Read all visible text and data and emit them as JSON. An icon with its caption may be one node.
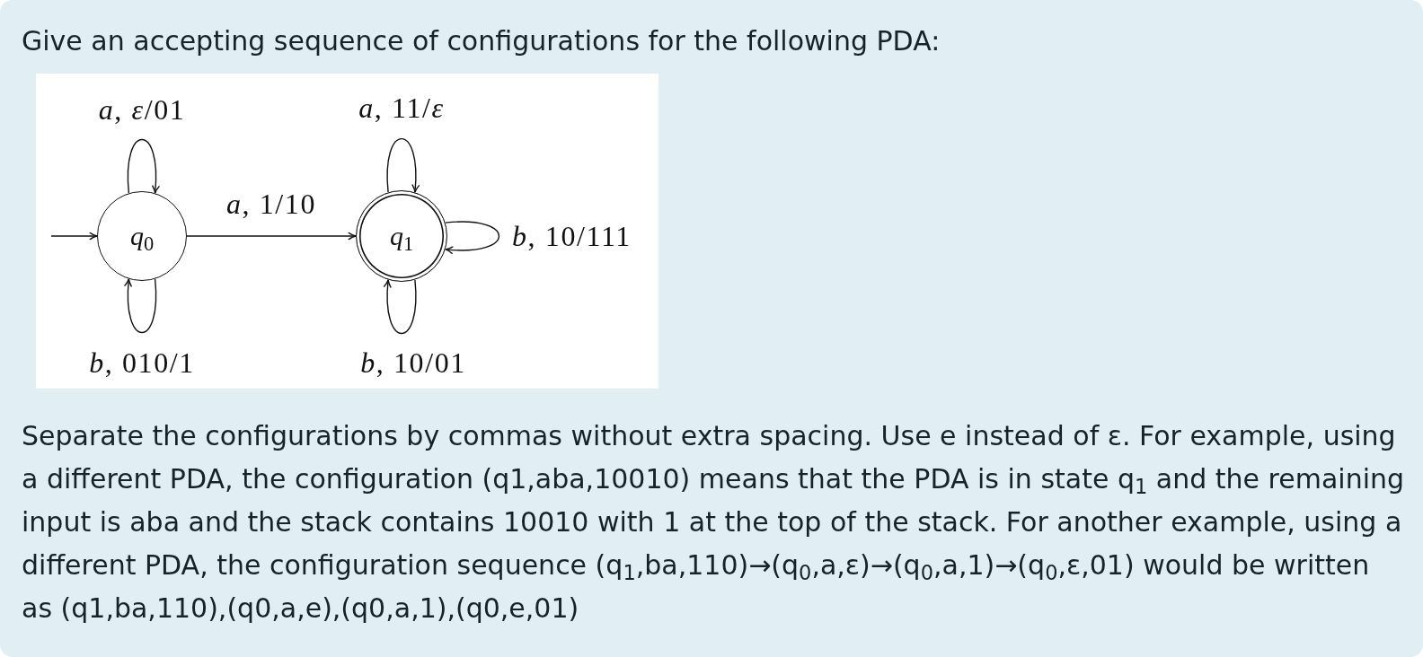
{
  "diagram": {
    "title": "Give an accepting sequence of configurations for the following PDA:",
    "nodes": [
      {
        "text": [
          "*q*$_{0}$"
        ]
      },
      {
        "text": [
          "*q*$_{1}$"
        ]
      }
    ],
    "edges": [
      {
        "from": null,
        "to": 0,
        "arrow": "to"
      },
      {
        "from": 0,
        "to": 0,
        "label": "*a*, *ε*/01",
        "arrow": "to"
      },
      {
        "from": 0,
        "to": 0,
        "label": "*b*, 010/1",
        "arrow": "to"
      },
      {
        "from": 0,
        "to": 1,
        "label": "*a*, 1/10",
        "arrow": "to"
      },
      {
        "from": 1,
        "to": 1,
        "label": "*a*, 11/*ε*",
        "arrow": "to"
      },
      {
        "from": 1,
        "to": 1,
        "label": "*b*, 10/111",
        "arrow": "to"
      },
      {
        "from": 1,
        "to": 1,
        "label": "*b*, 10/01",
        "arrow": "to"
      }
    ],
    "labels": [
      "Separate the configurations by commas without extra spacing. Use e instead of ε. For example, using a different PDA, the configuration (q1,aba,10010) means that the PDA is in state q$_{1}$ and the remaining input is aba and the stack contains 10010 with 1 at the top of the stack. For another example, using a different PDA, the configuration sequence (q$_{1}$,ba,110)→(q$_{0}$,a,ε)→(q$_{0}$,a,1)→(q$_{0}$,ε,01) would be written as (q1,ba,110),(q0,a,e),(q0,a,1),(q0,e,01)"
    ]
  }
}
